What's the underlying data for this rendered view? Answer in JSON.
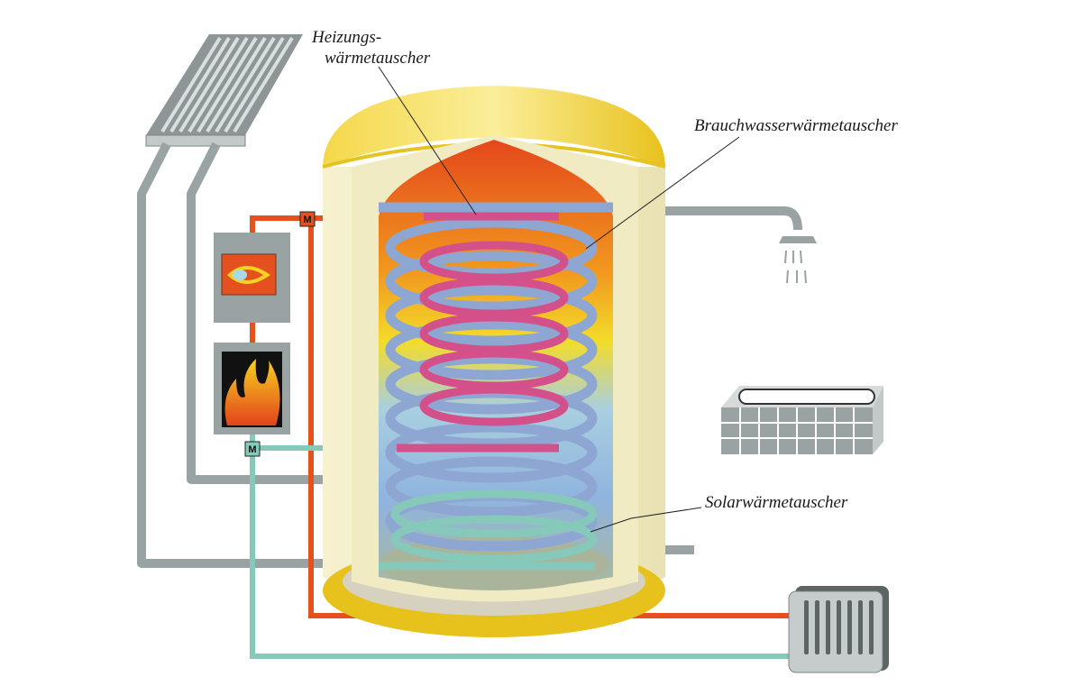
{
  "labels": {
    "heating_line1": "Heizungs-",
    "heating_line2": "wärmetauscher",
    "domestic_water": "Brauchwasserwärmetauscher",
    "solar": "Solarwärmetauscher"
  },
  "valves": {
    "upper": "M",
    "lower": "M"
  },
  "colors": {
    "heating_pipe": "#e4501e",
    "solar_pipe": "#86c9bb",
    "gray_pipe": "#9aa3a3",
    "tank_shell": "#f3efcf",
    "tank_cap": "#f0cf2a",
    "heating_coil": "#d4508a",
    "domestic_coil": "#8ea6d2"
  }
}
